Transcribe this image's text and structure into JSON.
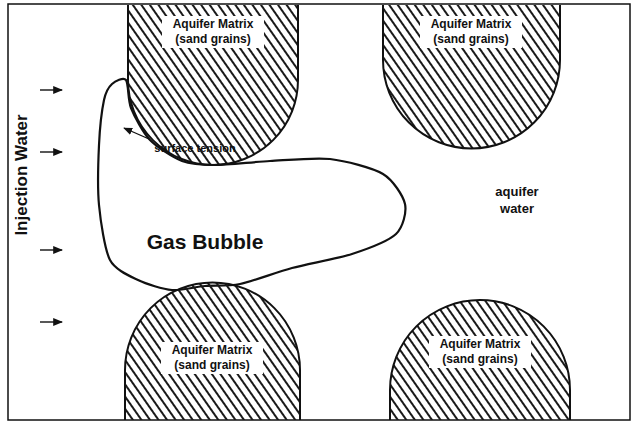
{
  "diagram": {
    "nodes": [
      {
        "text": [
          "Aquifer Matrix (sand grains)"
        ]
      },
      {
        "text": [
          "Aquifer Matrix (sand grains)"
        ]
      },
      {
        "text": [
          "Gas Bubble"
        ]
      },
      {
        "text": [
          "Aquifer Matrix (sand grains)"
        ]
      },
      {
        "text": [
          "Aquifer Matrix (sand grains)"
        ]
      }
    ],
    "labels": [
      "Injection Water",
      "surface tension",
      "aquifer water"
    ]
  }
}
